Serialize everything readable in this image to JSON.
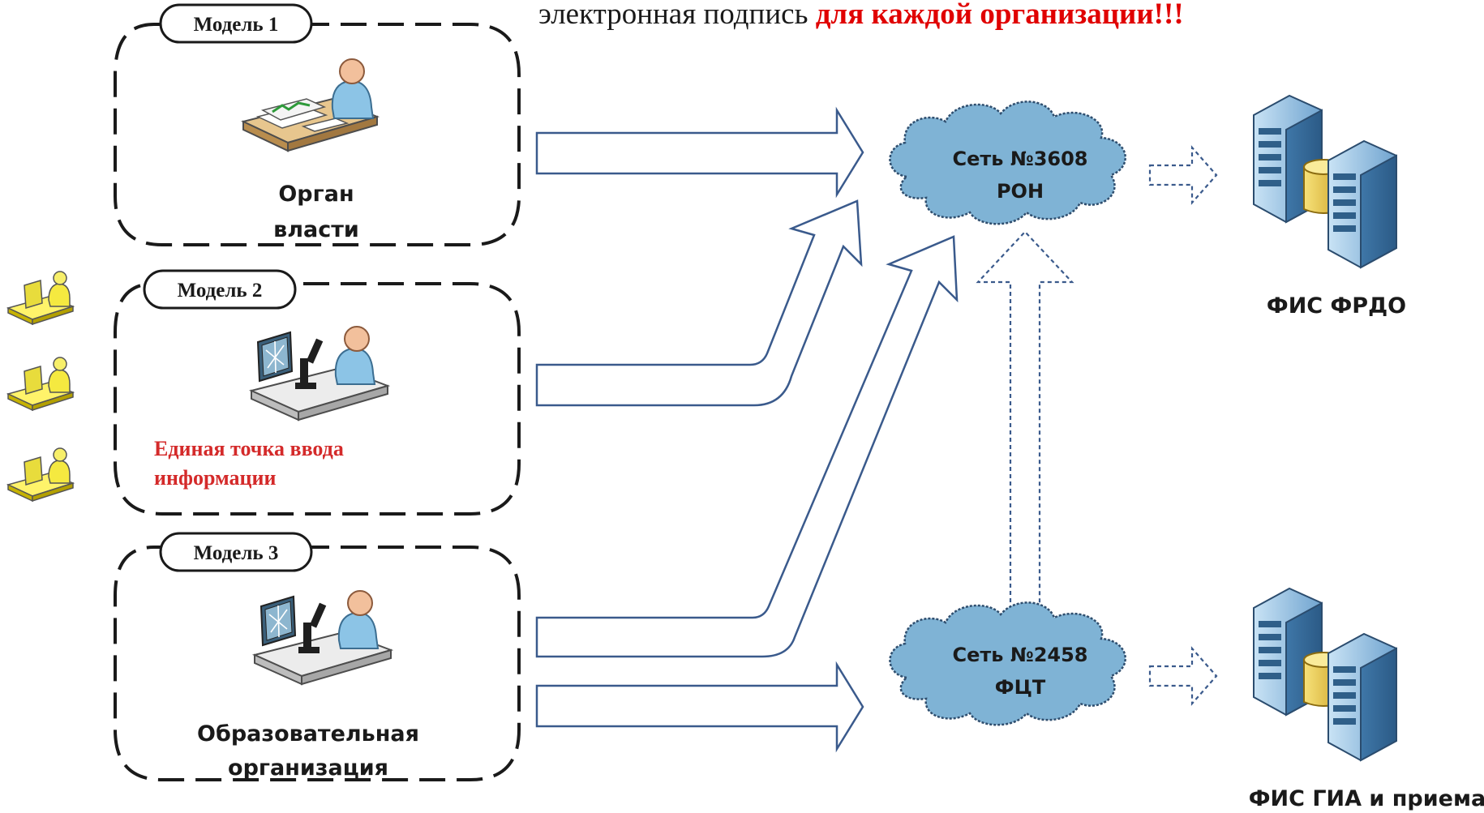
{
  "header": {
    "text": "электронная подпись",
    "highlight": "для каждой организации!!!",
    "highlight_color": "#e00000"
  },
  "models": [
    {
      "tag": "Модель 1",
      "label_lines": [
        "Орган",
        "власти"
      ],
      "icon": "official-at-desk-icon"
    },
    {
      "tag": "Модель 2",
      "label_lines": [
        "Единая точка ввода",
        "информации"
      ],
      "label_color": "#d42a2a",
      "icon": "scientist-with-microscope-icon"
    },
    {
      "tag": "Модель 3",
      "label_lines": [
        "Образовательная",
        "организация"
      ],
      "icon": "scientist-with-microscope-icon"
    }
  ],
  "networks": [
    {
      "lines": [
        "Сеть №3608",
        "РОН"
      ],
      "fill": "#7fb3d5"
    },
    {
      "lines": [
        "Сеть №2458",
        "ФЦТ"
      ],
      "fill": "#7fb3d5"
    }
  ],
  "systems": [
    {
      "label": "ФИС ФРДО",
      "icon": "server-cluster-icon"
    },
    {
      "label": "ФИС ГИА и приема",
      "icon": "server-cluster-icon"
    }
  ],
  "side_users": {
    "count": 3,
    "icon": "user-at-computer-icon",
    "color": "#f2e600"
  }
}
